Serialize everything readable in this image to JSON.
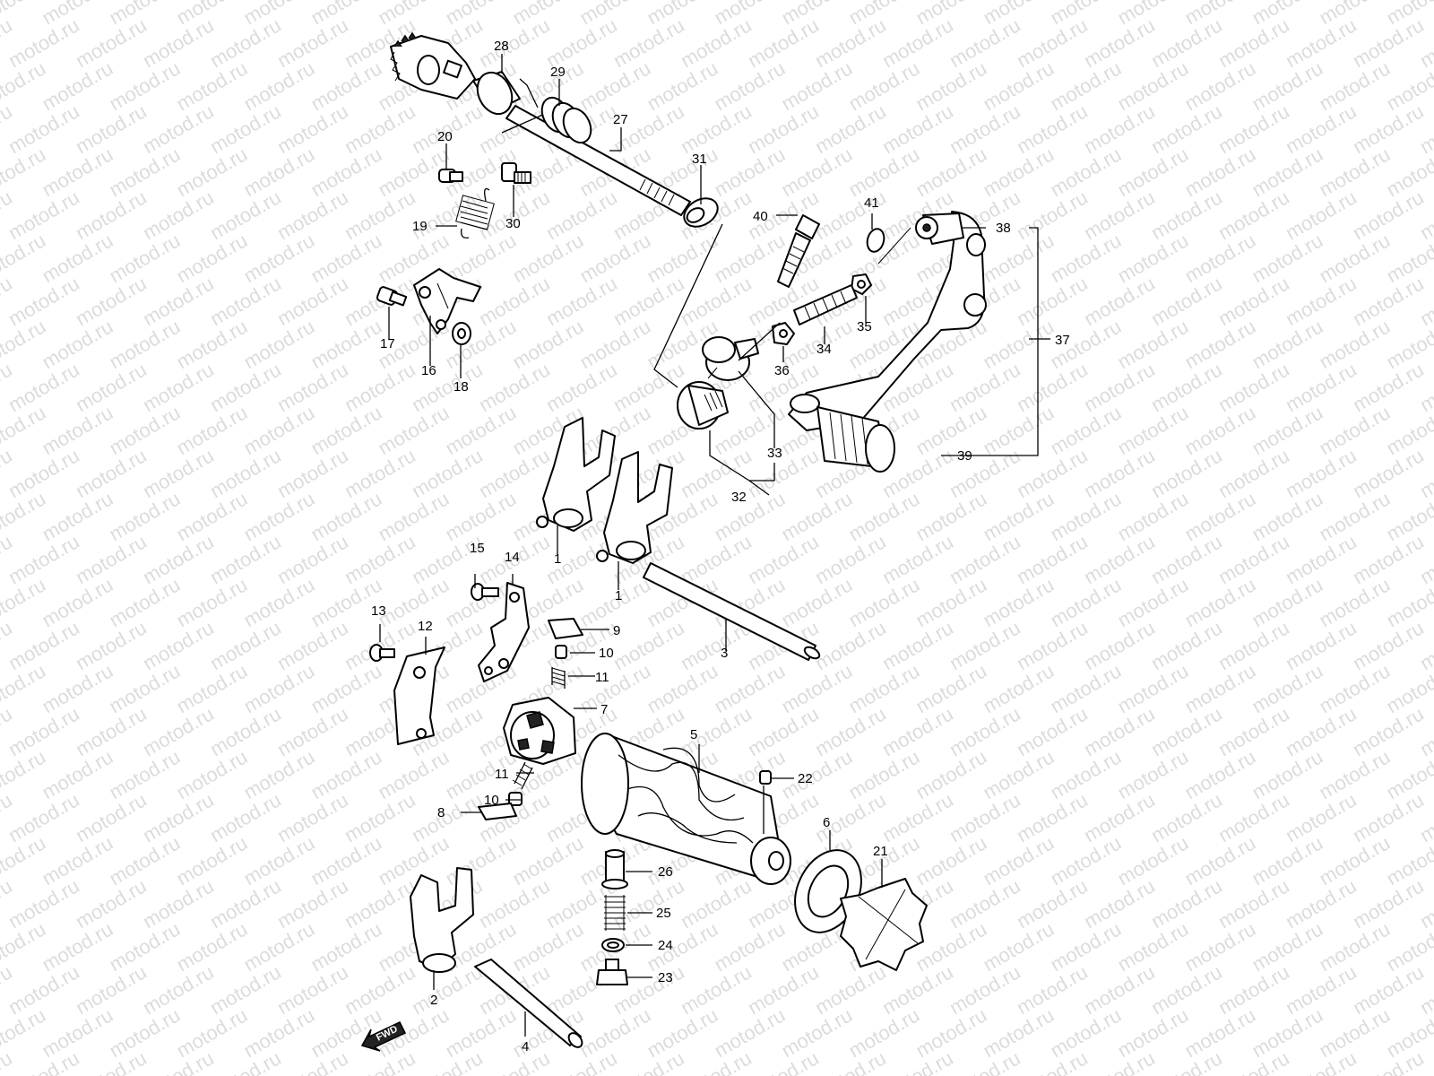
{
  "watermark": "motod.ru",
  "fwd_label": "FWD",
  "callouts": [
    {
      "id": "c28",
      "text": "28"
    },
    {
      "id": "c29",
      "text": "29"
    },
    {
      "id": "c27",
      "text": "27"
    },
    {
      "id": "c20",
      "text": "20"
    },
    {
      "id": "c31",
      "text": "31"
    },
    {
      "id": "c19",
      "text": "19"
    },
    {
      "id": "c30",
      "text": "30"
    },
    {
      "id": "c41",
      "text": "41"
    },
    {
      "id": "c40",
      "text": "40"
    },
    {
      "id": "c38",
      "text": "38"
    },
    {
      "id": "c17",
      "text": "17"
    },
    {
      "id": "c16",
      "text": "16"
    },
    {
      "id": "c18",
      "text": "18"
    },
    {
      "id": "c35",
      "text": "35"
    },
    {
      "id": "c34",
      "text": "34"
    },
    {
      "id": "c36",
      "text": "36"
    },
    {
      "id": "c37",
      "text": "37"
    },
    {
      "id": "c33",
      "text": "33"
    },
    {
      "id": "c39",
      "text": "39"
    },
    {
      "id": "c32",
      "text": "32"
    },
    {
      "id": "c1a",
      "text": "1"
    },
    {
      "id": "c1b",
      "text": "1"
    },
    {
      "id": "c15",
      "text": "15"
    },
    {
      "id": "c14",
      "text": "14"
    },
    {
      "id": "c13",
      "text": "13"
    },
    {
      "id": "c12",
      "text": "12"
    },
    {
      "id": "c9",
      "text": "9"
    },
    {
      "id": "c3",
      "text": "3"
    },
    {
      "id": "c10a",
      "text": "10"
    },
    {
      "id": "c11a",
      "text": "11"
    },
    {
      "id": "c7",
      "text": "7"
    },
    {
      "id": "c5",
      "text": "5"
    },
    {
      "id": "c11b",
      "text": "11"
    },
    {
      "id": "c22",
      "text": "22"
    },
    {
      "id": "c10b",
      "text": "10"
    },
    {
      "id": "c8",
      "text": "8"
    },
    {
      "id": "c6",
      "text": "6"
    },
    {
      "id": "c21",
      "text": "21"
    },
    {
      "id": "c26",
      "text": "26"
    },
    {
      "id": "c25",
      "text": "25"
    },
    {
      "id": "c24",
      "text": "24"
    },
    {
      "id": "c23",
      "text": "23"
    },
    {
      "id": "c2",
      "text": "2"
    },
    {
      "id": "c4",
      "text": "4"
    }
  ]
}
